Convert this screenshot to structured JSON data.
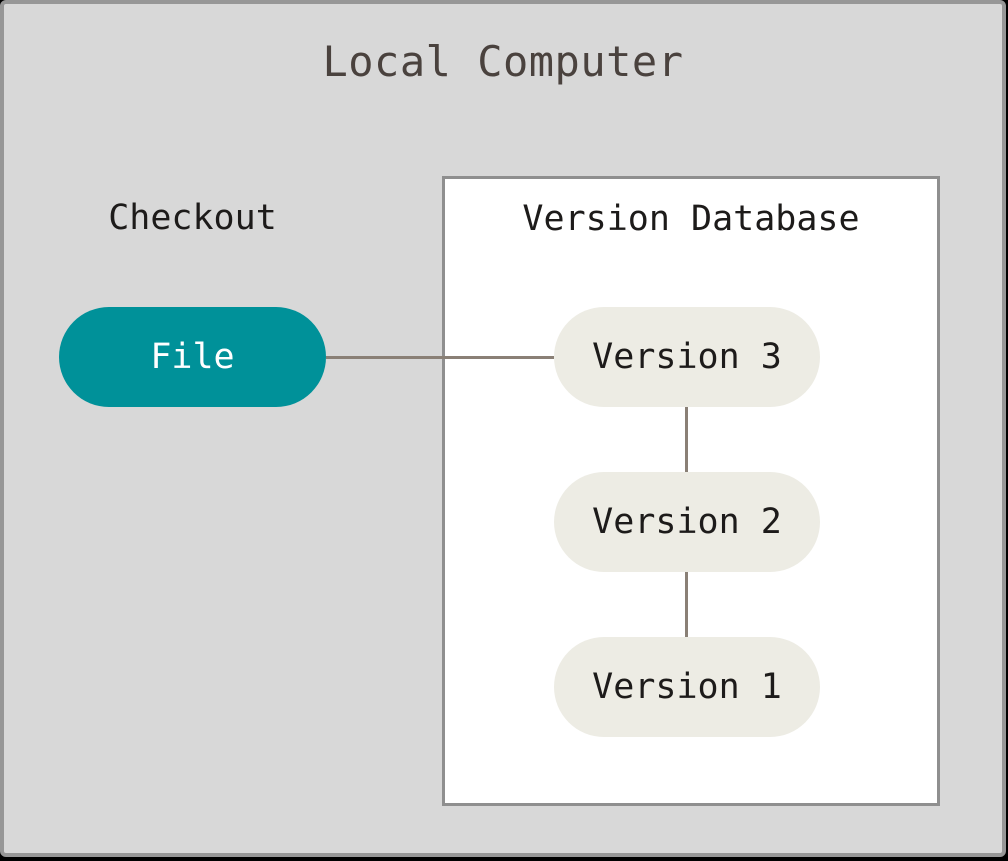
{
  "diagram": {
    "title": "Local Computer",
    "checkout_label": "Checkout",
    "file_node": "File",
    "version_database": {
      "label": "Version Database",
      "versions": [
        "Version 3",
        "Version 2",
        "Version 1"
      ]
    }
  },
  "colors": {
    "background": "#d8d8d8",
    "frame_border": "#979797",
    "box_background": "#ffffff",
    "box_border": "#8f8f8f",
    "accent_teal": "#009199",
    "pill_beige": "#edece4",
    "connector": "#8a8076",
    "title_text": "#4a423e",
    "label_text": "#1d1b1a",
    "file_text": "#ffffff"
  }
}
